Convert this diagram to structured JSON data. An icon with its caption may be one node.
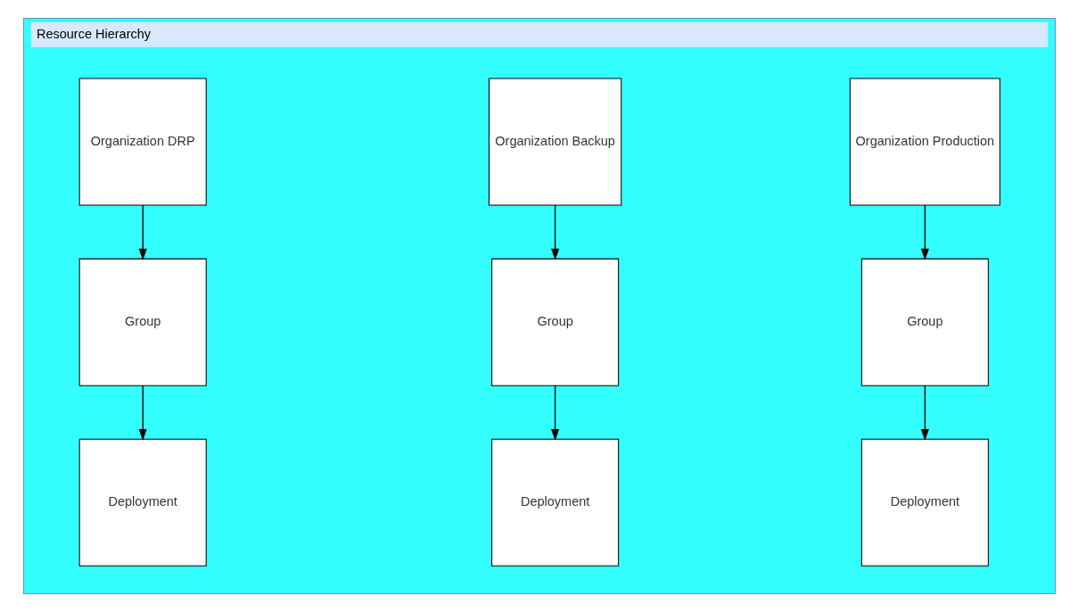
{
  "diagram": {
    "nodes": [
      {
        "text": [
          "Resource Hierarchy"
        ]
      },
      {
        "text": [
          "Organization Production"
        ],
        "in": 0
      },
      {
        "text": [
          "Group"
        ],
        "in": 0
      },
      {
        "text": [
          "Deployment"
        ],
        "in": 0
      },
      {
        "text": [
          "Organization Backup"
        ],
        "in": 0
      },
      {
        "text": [
          "Group"
        ],
        "in": 0
      },
      {
        "text": [
          "Deployment"
        ],
        "in": 0
      },
      {
        "text": [
          "Organization DRP"
        ],
        "in": 0
      },
      {
        "text": [
          "Group"
        ],
        "in": 0
      },
      {
        "text": [
          "Deployment"
        ],
        "in": 0
      }
    ],
    "edges": [
      {
        "from": 1,
        "to": 2,
        "arrow": "to"
      },
      {
        "from": 2,
        "to": 3,
        "arrow": "to"
      },
      {
        "from": 4,
        "to": 5,
        "arrow": "to"
      },
      {
        "from": 5,
        "to": 6,
        "arrow": "to"
      },
      {
        "from": 7,
        "to": 8,
        "arrow": "to"
      },
      {
        "from": 8,
        "to": 9,
        "arrow": "to"
      }
    ]
  }
}
